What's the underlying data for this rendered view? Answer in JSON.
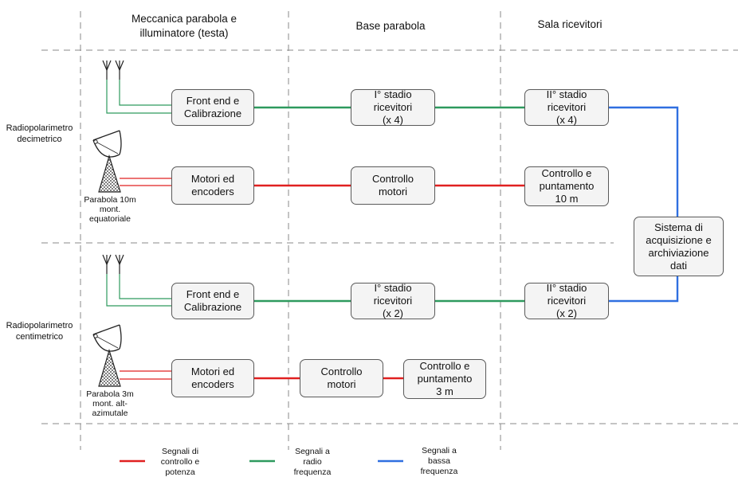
{
  "columns": {
    "col1": "Meccanica parabola e illuminatore (testa)",
    "col2": "Base parabola",
    "col3": "Sala ricevitori"
  },
  "rows": {
    "row1": "Radiopolarimetro decimetrico",
    "row2": "Radiopolarimetro centimetrico"
  },
  "boxes": {
    "frontend1": "Front end e\nCalibrazione",
    "stage1_1": "I° stadio\nricevitori\n(x 4)",
    "stage2_1": "II° stadio\nricevitori\n(x 4)",
    "motors1": "Motori ed\nencoders",
    "ctrl_motors1": "Controllo\nmotori",
    "pointing1": "Controllo e\npuntamento\n10 m",
    "acq": "Sistema di\nacquisizione e\narchiviazione\ndati",
    "frontend2": "Front end e\nCalibrazione",
    "stage1_2": "I° stadio\nricevitori\n(x 2)",
    "stage2_2": "II° stadio\nricevitori\n(x 2)",
    "motors2": "Motori ed\nencoders",
    "ctrl_motors2": "Controllo\nmotori",
    "pointing2": "Controllo e\npuntamento\n3 m"
  },
  "dish_captions": {
    "dish1": "Parabola 10m\nmont.\nequatoriale",
    "dish2": "Parabola 3m\nmont. alt-\nazimutale"
  },
  "legend": {
    "red": "Segnali di\ncontrollo e\npotenza",
    "green": "Segnali a\nradio\nfrequenza",
    "blue": "Segnali a\nbassa\nfrequenza"
  },
  "colors": {
    "control_power": "#e02020",
    "radio_frequency": "#2e9a5e",
    "low_frequency": "#2f6fe0",
    "grid": "#8a8a8a",
    "box_fill": "#f4f4f4"
  },
  "icons": [
    "antenna-icon",
    "dish-icon"
  ]
}
